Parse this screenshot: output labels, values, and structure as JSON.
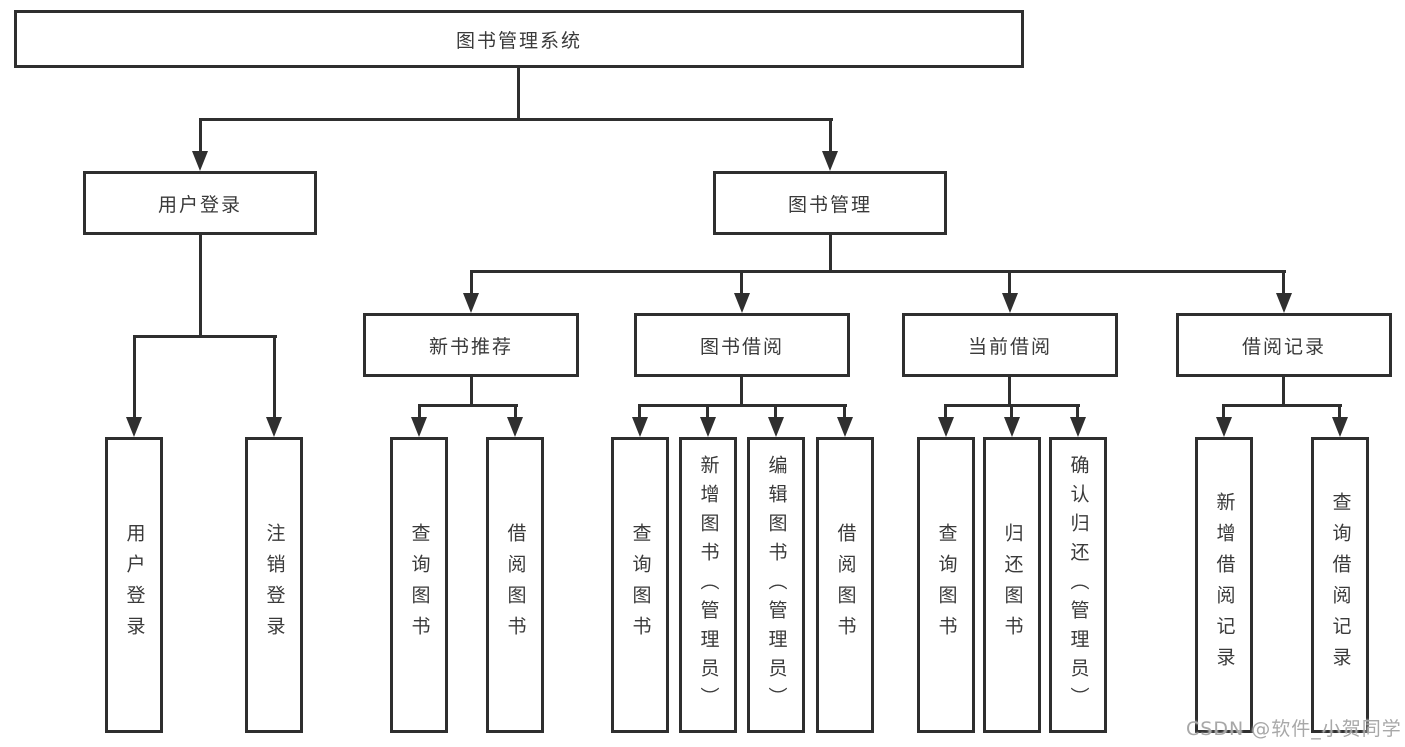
{
  "diagram": {
    "type": "hierarchy-tree",
    "orientation": "top-down",
    "tree": {
      "label": "图书管理系统",
      "children": [
        {
          "label": "用户登录",
          "children": [
            {
              "label": "用户登录"
            },
            {
              "label": "注销登录"
            }
          ]
        },
        {
          "label": "图书管理",
          "children": [
            {
              "label": "新书推荐",
              "children": [
                {
                  "label": "查询图书"
                },
                {
                  "label": "借阅图书"
                }
              ]
            },
            {
              "label": "图书借阅",
              "children": [
                {
                  "label": "查询图书"
                },
                {
                  "label": "新增图书（管理员）"
                },
                {
                  "label": "编辑图书（管理员）"
                },
                {
                  "label": "借阅图书"
                }
              ]
            },
            {
              "label": "当前借阅",
              "children": [
                {
                  "label": "查询图书"
                },
                {
                  "label": "归还图书"
                },
                {
                  "label": "确认归还（管理员）"
                }
              ]
            },
            {
              "label": "借阅记录",
              "children": [
                {
                  "label": "新增借阅记录"
                },
                {
                  "label": "查询借阅记录"
                }
              ]
            }
          ]
        }
      ]
    },
    "colors": {
      "line": "#2f2f2f",
      "box_border": "#2f2f2f",
      "box_fill": "#ffffff",
      "text": "#3a3a3a",
      "background": "#ffffff",
      "watermark": "#a8a8a8"
    }
  },
  "watermark": {
    "text": "CSDN @软件_小贺同学"
  }
}
